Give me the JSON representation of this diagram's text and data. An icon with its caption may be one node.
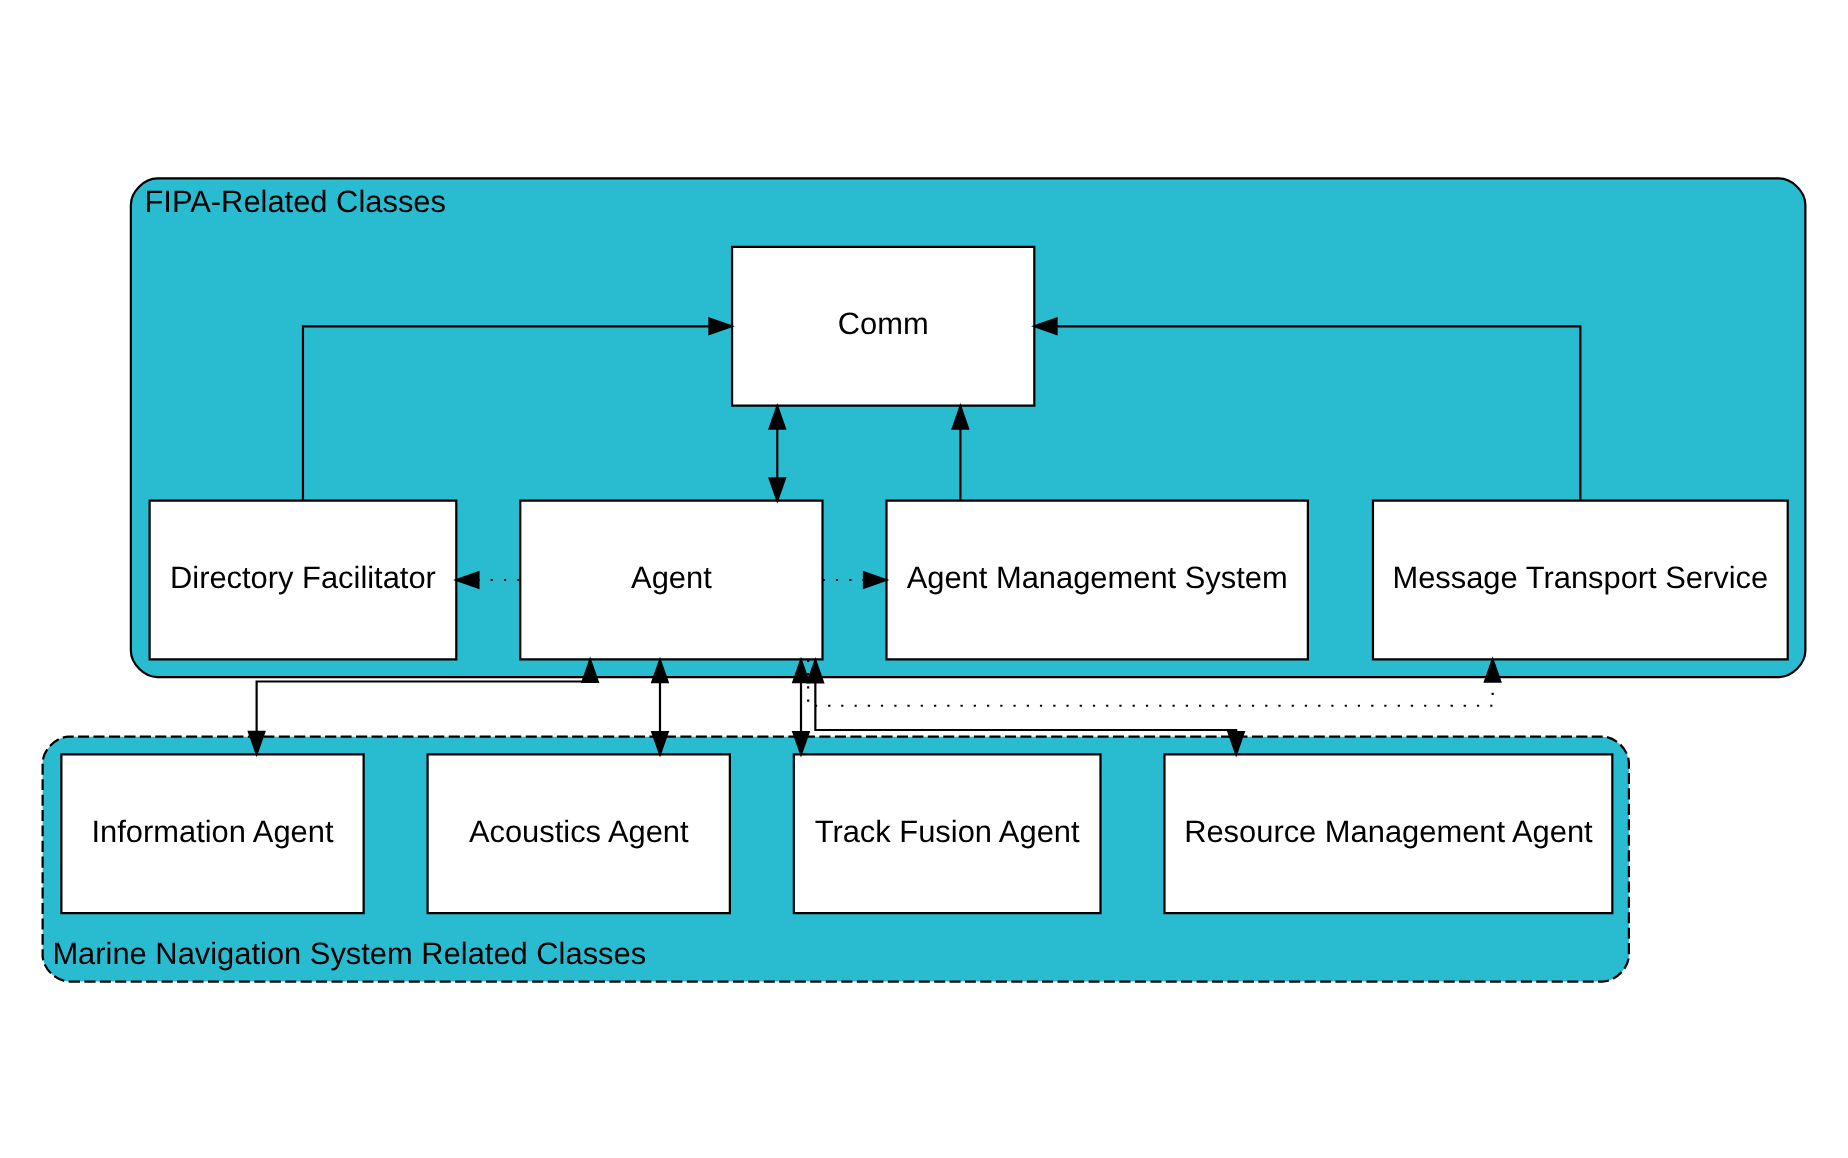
{
  "diagram": {
    "nodes": [
      {
        "text": [
          "FIPA-Related Classes"
        ]
      },
      {
        "text": [
          "Comm"
        ],
        "in": 0
      },
      {
        "text": [
          "Agent Management System"
        ],
        "in": 0
      },
      {
        "text": [
          "Message Transport Service"
        ],
        "in": 0
      },
      {
        "text": [
          "Agent"
        ],
        "in": 0
      },
      {
        "text": [
          "Directory Facilitator"
        ],
        "in": 0
      },
      {
        "text": [
          "Marine Navigation System Related Classes"
        ]
      },
      {
        "text": [
          "Resource Management Agent"
        ],
        "in": 6
      },
      {
        "text": [
          "Track Fusion Agent"
        ],
        "in": 6
      },
      {
        "text": [
          "Acoustics Agent"
        ],
        "in": 6
      },
      {
        "text": [
          "Information Agent"
        ],
        "in": 6
      }
    ],
    "edges": [
      {
        "from": 4,
        "to": 1,
        "arrow": "both"
      },
      {
        "from": 2,
        "to": 1,
        "arrow": "to"
      },
      {
        "from": 3,
        "to": 1,
        "arrow": "to"
      },
      {
        "from": 5,
        "to": 1,
        "arrow": "to"
      },
      {
        "from": 4,
        "to": 3,
        "arrow": "to",
        "style": "dashed"
      },
      {
        "from": 4,
        "to": 5,
        "arrow": "to",
        "style": "dashed"
      },
      {
        "from": 4,
        "to": 2,
        "arrow": "to",
        "style": "dashed"
      },
      {
        "from": 7,
        "to": 4,
        "arrow": "both"
      },
      {
        "from": 8,
        "to": 4,
        "arrow": "both"
      },
      {
        "from": 9,
        "to": 4,
        "arrow": "both"
      },
      {
        "from": 10,
        "to": 4,
        "arrow": "both"
      }
    ]
  }
}
